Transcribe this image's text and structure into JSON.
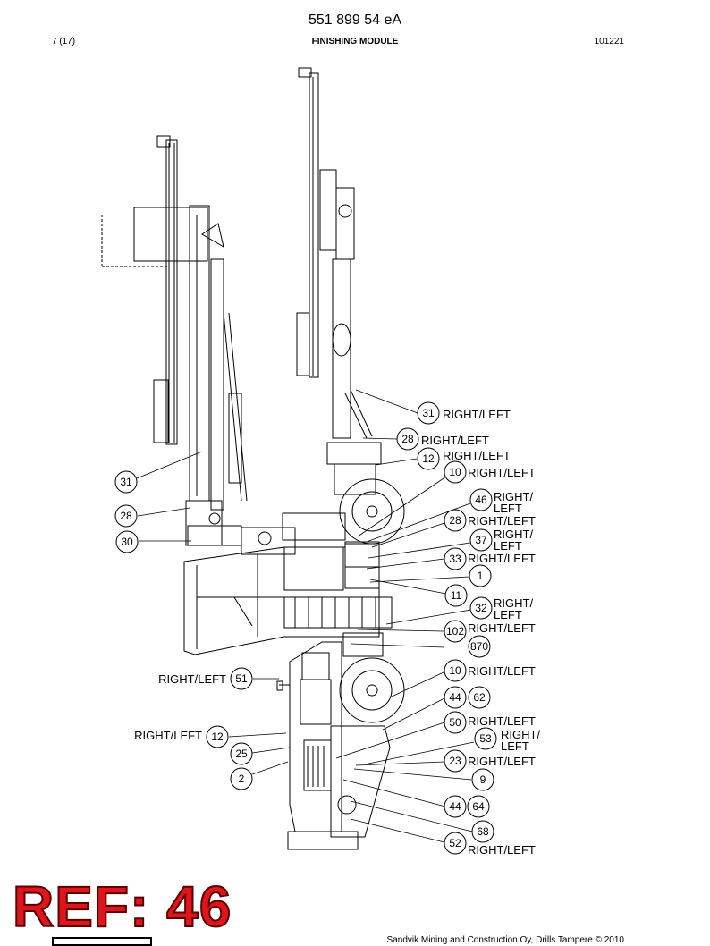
{
  "header": {
    "doc_number": "551 899 54 eA",
    "page": "7 (17)",
    "title": "FINISHING MODULE",
    "date_code": "101221"
  },
  "footer": {
    "copyright": "Sandvik Mining and Construction Oy, Drills Tampere © 2010"
  },
  "watermark": "REF: 46",
  "callouts": [
    {
      "id": "c31a",
      "numbers": [
        "31"
      ],
      "label": "RIGHT/LEFT"
    },
    {
      "id": "c28a",
      "numbers": [
        "28"
      ],
      "label": "RIGHT/LEFT"
    },
    {
      "id": "c12a",
      "numbers": [
        "12"
      ],
      "label": "RIGHT/LEFT"
    },
    {
      "id": "c10a",
      "numbers": [
        "10"
      ],
      "label": "RIGHT/LEFT"
    },
    {
      "id": "c46",
      "numbers": [
        "46"
      ],
      "label": [
        "RIGHT/",
        "LEFT"
      ]
    },
    {
      "id": "c28b",
      "numbers": [
        "28"
      ],
      "label": "RIGHT/LEFT"
    },
    {
      "id": "c37",
      "numbers": [
        "37"
      ],
      "label": [
        "RIGHT/",
        "LEFT"
      ]
    },
    {
      "id": "c33",
      "numbers": [
        "33"
      ],
      "label": "RIGHT/LEFT"
    },
    {
      "id": "c1",
      "numbers": [
        "1"
      ],
      "label": ""
    },
    {
      "id": "c11",
      "numbers": [
        "11"
      ],
      "label": ""
    },
    {
      "id": "c32",
      "numbers": [
        "32"
      ],
      "label": [
        "RIGHT/",
        "LEFT"
      ]
    },
    {
      "id": "c102",
      "numbers": [
        "102"
      ],
      "label": "RIGHT/LEFT"
    },
    {
      "id": "c870",
      "numbers": [
        "870"
      ],
      "label": ""
    },
    {
      "id": "c10b",
      "numbers": [
        "10"
      ],
      "label": "RIGHT/LEFT"
    },
    {
      "id": "c4462",
      "numbers": [
        "44",
        "62"
      ],
      "label": ""
    },
    {
      "id": "c50",
      "numbers": [
        "50"
      ],
      "label": "RIGHT/LEFT"
    },
    {
      "id": "c53",
      "numbers": [
        "53"
      ],
      "label": [
        "RIGHT/",
        "LEFT"
      ]
    },
    {
      "id": "c23",
      "numbers": [
        "23"
      ],
      "label": "RIGHT/LEFT"
    },
    {
      "id": "c9",
      "numbers": [
        "9"
      ],
      "label": ""
    },
    {
      "id": "c4464",
      "numbers": [
        "44",
        "64"
      ],
      "label": ""
    },
    {
      "id": "c68",
      "numbers": [
        "68"
      ],
      "label": ""
    },
    {
      "id": "c52",
      "numbers": [
        "52"
      ],
      "label": "RIGHT/LEFT"
    },
    {
      "id": "c31b",
      "numbers": [
        "31"
      ],
      "label": ""
    },
    {
      "id": "c28c",
      "numbers": [
        "28"
      ],
      "label": ""
    },
    {
      "id": "c30",
      "numbers": [
        "30"
      ],
      "label": ""
    },
    {
      "id": "c51",
      "numbers": [
        "51"
      ],
      "label": "RIGHT/LEFT"
    },
    {
      "id": "c12b",
      "numbers": [
        "12"
      ],
      "label": "RIGHT/LEFT"
    },
    {
      "id": "c25",
      "numbers": [
        "25"
      ],
      "label": ""
    },
    {
      "id": "c2",
      "numbers": [
        "2"
      ],
      "label": ""
    }
  ]
}
